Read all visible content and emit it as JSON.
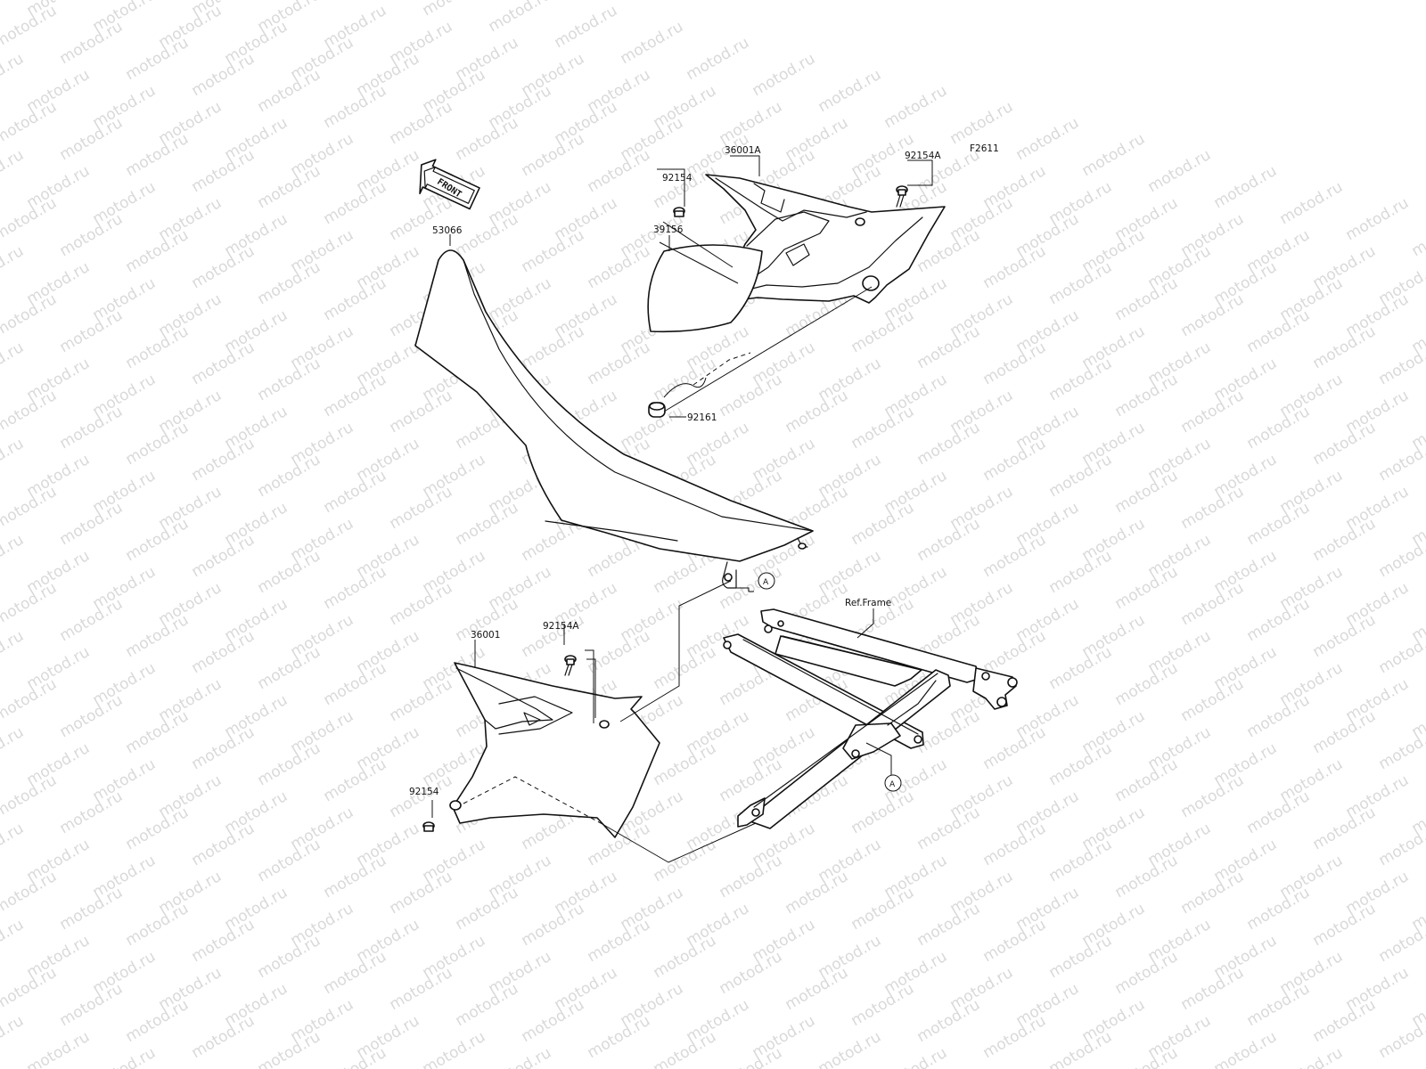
{
  "watermark": "motod.ru",
  "figure_code": "F2611",
  "front_arrow": "FRONT",
  "labels": {
    "side_cover_right": "36001A",
    "bolt_a_top": "92154A",
    "bolt_top": "92154",
    "seat": "53066",
    "pad": "39156",
    "damper": "92161",
    "side_cover_left": "36001",
    "bolt_a_bottom": "92154A",
    "bolt_bottom": "92154",
    "ref_frame": "Ref.Frame"
  },
  "ref_markers": {
    "upper": "A",
    "lower": "A"
  }
}
